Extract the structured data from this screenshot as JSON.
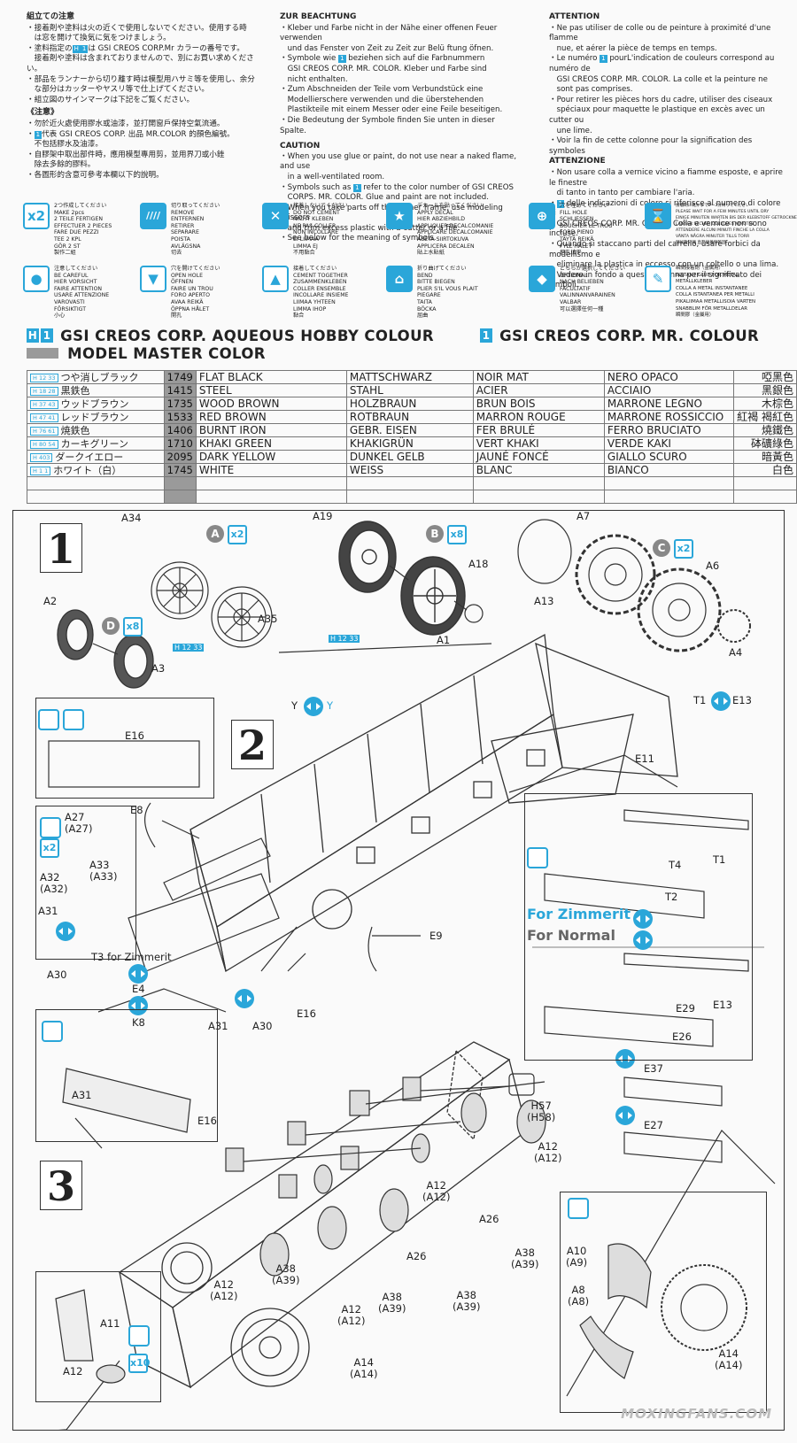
{
  "caution_ja": {
    "title": "組立ての注意",
    "lines": [
      "・接着剤や塗料は火の近くで使用しないでください。使用する時",
      "　は窓を開けて換気に気をつけましょう。",
      "・塗料指定の",
      "　接着剤や塗料は含まれておりませんので、別にお買い求めください。",
      "・部品をランナーから切り離す時は模型用ハサミ等を使用し、余分",
      "　な部分はカッターやヤスリ等で仕上げてください。",
      "・組立図のサインマークは下記をご覧ください。"
    ]
  },
  "caution_zh": {
    "title": "《注意》",
    "lines": [
      "・勿於近火處使用膠水或油漆，並打開窗戶保持空氣流通。",
      "・",
      "　不包括膠水及油漆。",
      "・自膠架中取出部件時，應用模型專用剪，並用界刀或小銼",
      "　除去多餘的膠料。",
      "・各圖形的含意可參考本欄以下的說明。"
    ]
  },
  "caution_de": {
    "title": "ZUR BEACHTUNG",
    "lines": [
      "・Kleber und Farbe nicht in der Nähe einer offenen Feuer verwenden",
      "　und das Fenster von Zeit zu Zeit zur Belü ftung öfnen.",
      "・Symbole wie",
      "　GSI CREOS CORP. MR. COLOR. Kleber und Farbe sind",
      "　nicht enthalten.",
      "・Zum Abschneiden der Teile vom Verbundstück eine",
      "　Modellierschere verwenden und die überstehenden",
      "　Plastikteile mit einem Messer oder eine Feile beseitigen.",
      "・Die Bedeutung der Symbole finden Sie unten in dieser Spalte."
    ]
  },
  "caution_en": {
    "title": "CAUTION",
    "lines": [
      "・When you use glue or paint, do not use near a naked flame, and use",
      "　in a well-ventilated room.",
      "・Symbols such as",
      "　CORPS. MR. COLOR. Glue and paint are not included.",
      "・When you take parts off the runner frame, use modeling scissors",
      "　and trim excess plastic with a cutter or a file.",
      "・See below for the meaning of symbols."
    ]
  },
  "caution_fr": {
    "title": "ATTENTION",
    "lines": [
      "・Ne pas utiliser de colle ou de peinture à proximité d'une flamme",
      "　nue, et aérer la pièce de temps en temps.",
      "・Le numéro",
      "　GSI CREOS CORP. MR. COLOR. La colle et la peinture ne",
      "　sont pas comprises.",
      "・Pour retirer les pièces hors du cadre, utiliser des ciseaux",
      "　spéciaux pour maquette le plastique en excès avec un cutter ou",
      "　une lime.",
      "・Voir la fin de cette colonne pour la signification des symboles"
    ]
  },
  "caution_it": {
    "title": "ATTENZIONE",
    "lines": [
      "・Non usare colla a vernice vicino a fiamme esposte, e aprire le finestre",
      "　di tanto in tanto per cambiare l'aria.",
      "・",
      "　GSI CREOS CORP. MR. COLOR. Colla e vernice non sono incluse.",
      "・Quando si staccano parti del carrello, usare forbici da modellismo e",
      "　eliminare la plastica in eccesso con un coltello o una lima.",
      "・Vedere in fondo a questa colonna per il significato dei simboli."
    ]
  },
  "inline_marks": {
    "h_mark": "H",
    "one_mark": "1",
    "ja_after": "は GSI CREOS CORP.Mr カラーの番号です。",
    "zh_after": "代表 GSI CREOS CORP. 出品 MR.COLOR 的顏色編號。",
    "de_after": "beziehen sich auf die Farbnummern",
    "en_after": "refer to the color number of GSI CREOS",
    "fr_after": "pourL'indication de couleurs correspond au numéro de",
    "it_after": "delle indicazioni di colore si riferisce al numero di colore di"
  },
  "symbols": [
    {
      "icon": "x2",
      "icon_name": "make-2-icon",
      "text": "2つ作成してください\nMAKE 2pcs\n2 TEILE FERTIGEN\nEFFECTUER 2 PIECES\nFARE DUE PEZZI\nTEE 2 KPL\nGÖR 2 ST\n製作二組"
    },
    {
      "icon": "////",
      "icon_name": "cut-off-icon",
      "text": "切り取ってください\nREMOVE\nENTFERNEN\nRETIRER\nSEPARARE\nPOISTA\nAVLÄGSNA\n切去"
    },
    {
      "icon": "✕",
      "icon_name": "no-cement-icon",
      "text": "接着しないでください\nDO NOT CEMENT\nNICHT KLEBEN\nNE PAS COLLER\nNON INCOLLARE\nEI LIIMAA\nLIMMA EJ\n不用黏合"
    },
    {
      "icon": "★",
      "icon_name": "decal-icon",
      "text": "デカールを貼ってください\nAPPLY DECAL\nHIER ABZIEHBILD\nAPPLIQUER DECALCOMANIE\nAPPLICARE DECALCOMANIE\nASETA SIIRTOKUVA\nAPPLICERA DECALEN\n貼上水貼紙"
    },
    {
      "icon": "⊕",
      "icon_name": "fill-hole-icon",
      "text": "穴を埋めてください\nFILL HOLE\nSCHLIESSEN\nBOUCHER LE TROU\nFORD PIENO\nTÄYTÄ REIKÄ\nFYLL HÅLET\n把孔填平"
    },
    {
      "icon": "⌛",
      "icon_name": "wait-icon",
      "text": "接着剤に乾かまで2〜3分待ってください\nPLEASE WAIT FOR A FEW MINUTES UNTIL DRY\nEINIGE MINUTEN WARTEN BIS DER KLEBSTOFF GETROCKNET IST\nLAISSER SECHER QUELQUES MINUTES\nATTENDERE ALCUNI MINUTI FINCHE LA COLLA\nVÄNTA NÅGRA MINUTER TILLS TORR\n稍候數分鐘 直至接着劑乾固"
    },
    {
      "icon": "●",
      "icon_name": "careful-icon",
      "text": "注意してください\nBE CAREFUL\nHIER VORSICHT\nFAIRE ATTENTION\nUSARE ATTENZIONE\nVAROVASTI\nFÖRSIKTIGT\n小心"
    },
    {
      "icon": "▼",
      "icon_name": "open-hole-icon",
      "text": "穴を開けてください\nOPEN HOLE\nÖFFNEN\nFAIRE UN TROU\nFORO APERTO\nAVAA REIKÄ\nÖPPNA HÅLET\n開孔"
    },
    {
      "icon": "▲",
      "icon_name": "cement-together-icon",
      "text": "接着してください\nCEMENT TOGETHER\nZUSAMMENKLEBEN\nCOLLER ENSEMBLE\nINCOLLARE INSIEME\nLIIMAA YHTEEN\nLIMMA IHOP\n黏合"
    },
    {
      "icon": "⌂",
      "icon_name": "bend-icon",
      "text": "折り曲げてください\nBEND\nBITTE BIEGEN\nPLIER S'IL VOUS PLAIT\nPIEGARE\nTAITA\nBÖCKA\n屈曲"
    },
    {
      "icon": "◆",
      "icon_name": "optional-icon",
      "text": "どちらか選択してください\nOPTIONAL\nNACH BELIEBEN\nFACULTATIF\nVALINNANVARAINEN\nVALBAR\n可以選擇任何一種"
    },
    {
      "icon": "✎",
      "icon_name": "instant-glue-icon",
      "text": "瞬間接着剤（金属用）\nINSTANT GLUE FOR METAL\nMETALLKLEBER\nCOLLA A METAL INSTANTANEE\nCOLLA ISTANTANEA PER METALLI\nPIKALIIMAA METALLISOIA VARTEN\nSNABBLIM FÖR METALLDELAR\n瞬間膠（金屬用）"
    }
  ],
  "paint_header": {
    "h_badge": "H",
    "one_badge": "1",
    "aqueous": "GSI CREOS CORP. AQUEOUS HOBBY COLOUR",
    "mr": "GSI CREOS CORP. MR. COLOUR",
    "master": "MODEL MASTER COLOR"
  },
  "paint_rows": [
    {
      "codes": "H 12 33",
      "ja": "つや消しブラック",
      "num": "1749",
      "en": "FLAT BLACK",
      "de": "MATTSCHWARZ",
      "fr": "NOIR MAT",
      "it": "NERO OPACO",
      "zh": "啞黑色"
    },
    {
      "codes": "H 18 28",
      "ja": "黒鉄色",
      "num": "1415",
      "en": "STEEL",
      "de": "STAHL",
      "fr": "ACIER",
      "it": "ACCIAIO",
      "zh": "黑銀色"
    },
    {
      "codes": "H 37 43",
      "ja": "ウッドブラウン",
      "num": "1735",
      "en": "WOOD BROWN",
      "de": "HOLZBRAUN",
      "fr": "BRUN BOIS",
      "it": "MARRONE LEGNO",
      "zh": "木棕色"
    },
    {
      "codes": "H 47 41",
      "ja": "レッドブラウン",
      "num": "1533",
      "en": "RED BROWN",
      "de": "ROTBRAUN",
      "fr": "MARRON ROUGE",
      "it": "MARRONE ROSSICCIO",
      "zh": "紅褐 褐紅色"
    },
    {
      "codes": "H 76 61",
      "ja": "焼鉄色",
      "num": "1406",
      "en": "BURNT IRON",
      "de": "GEBR. EISEN",
      "fr": "FER BRULÉ",
      "it": "FERRO BRUCIATO",
      "zh": "燒鐵色"
    },
    {
      "codes": "H 80 54",
      "ja": "カーキグリーン",
      "num": "1710",
      "en": "KHAKI GREEN",
      "de": "KHAKIGRÜN",
      "fr": "VERT KHAKI",
      "it": "VERDE KAKI",
      "zh": "砵礦綠色"
    },
    {
      "codes": "H 403",
      "ja": "ダークイエロー",
      "num": "2095",
      "en": "DARK YELLOW",
      "de": "DUNKEL GELB",
      "fr": "JAUNÉ FONCÉ",
      "it": "GIALLO SCURO",
      "zh": "暗黃色"
    },
    {
      "codes": "H 1 1",
      "ja": "ホワイト（白）",
      "num": "1745",
      "en": "WHITE",
      "de": "WEISS",
      "fr": "BLANC",
      "it": "BIANCO",
      "zh": "白色"
    },
    {
      "codes": "",
      "ja": "",
      "num": "",
      "en": "",
      "de": "",
      "fr": "",
      "it": "",
      "zh": ""
    },
    {
      "codes": "",
      "ja": "",
      "num": "",
      "en": "",
      "de": "",
      "fr": "",
      "it": "",
      "zh": ""
    }
  ],
  "steps": {
    "s1": "1",
    "s2": "2",
    "s3": "3"
  },
  "circle_labels": {
    "A": "A",
    "B": "B",
    "C": "C",
    "D": "D"
  },
  "multipliers": {
    "a": "x2",
    "b": "x8",
    "c": "x2",
    "d": "x8",
    "a27": "x2",
    "a11": "x10"
  },
  "paint_callouts": {
    "c1": "H 12 33",
    "c2": "H 12 33"
  },
  "part_labels": {
    "A34": "A34",
    "A35": "A35",
    "A19": "A19",
    "A18": "A18",
    "A1": "A1",
    "A7": "A7",
    "A6": "A6",
    "A13": "A13",
    "A4": "A4",
    "A2": "A2",
    "A3": "A3",
    "E16a": "E16",
    "Y": "Y",
    "Yb": "Y",
    "T1a": "T1",
    "E13a": "E13",
    "E11": "E11",
    "A27": "A27\n(A27)",
    "A32": "A32\n(A32)",
    "A33": "A33\n(A33)",
    "E8": "E8",
    "A31a": "A31",
    "A30a": "A30",
    "T3": "T3 for Zimmerit",
    "E4": "E4",
    "K8": "K8",
    "A31b": "A31",
    "A30b": "A30",
    "E16b": "E16",
    "E9": "E9",
    "T4": "T4",
    "T1b": "T1",
    "T2": "T2",
    "E29": "E29",
    "E13b": "E13",
    "E26": "E26",
    "E37": "E37",
    "E27": "E27",
    "A31c": "A31",
    "E16c": "E16",
    "H57": "H57\n(H58)",
    "A12a": "A12\n(A12)",
    "A12b": "A12\n(A12)",
    "A26a": "A26",
    "A26b": "A26",
    "A38a": "A38\n(A39)",
    "A38b": "A38\n(A39)",
    "A38c": "A38\n(A39)",
    "A38d": "A38\n(A39)",
    "A12c": "A12\n(A12)",
    "A12d": "A12\n(A12)",
    "A14": "A14\n(A14)",
    "A14b": "A14\n(A14)",
    "A11": "A11",
    "A12e": "A12",
    "A10": "A10\n(A9)",
    "A8": "A8\n(A8)"
  },
  "options": {
    "zimmerit": "For Zimmerit",
    "normal": "For Normal"
  },
  "watermark": "MOXINGFANS.COM",
  "colors": {
    "accent": "#2aa6d9",
    "table_num_bg": "#9a9a9a",
    "line": "#333333"
  }
}
